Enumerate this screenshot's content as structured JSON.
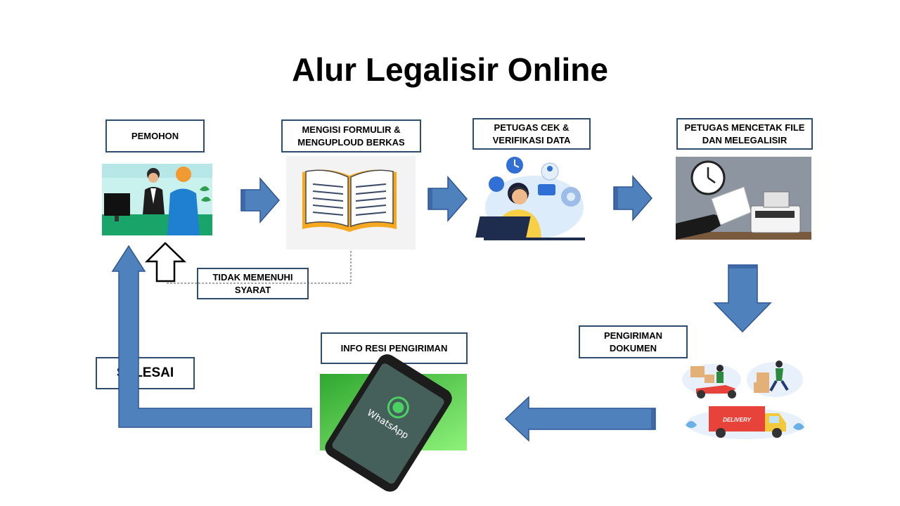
{
  "title": "Alur Legalisir Online",
  "steps": {
    "pemohon": "PEMOHON",
    "formulir": "MENGISI FORMULIR &\nMENGUPLOUD BERKAS",
    "verifikasi": "PETUGAS CEK &\nVERIFIKASI DATA",
    "cetak": "PETUGAS MENCETAK FILE\nDAN MELEGALISIR",
    "pengiriman": "PENGIRIMAN\nDOKUMEN",
    "resi": "INFO RESI PENGIRIMAN",
    "selesai": "SELESAI",
    "tidak_memenuhi": "TIDAK MEMENUHI\nSYARAT"
  },
  "images": {
    "whatsapp_text": "WhatsApp",
    "delivery_text": "DELIVERY"
  },
  "colors": {
    "arrow_fill": "#4f81bd",
    "arrow_stroke": "#2f5597",
    "label_border": "#2f4d6e"
  }
}
